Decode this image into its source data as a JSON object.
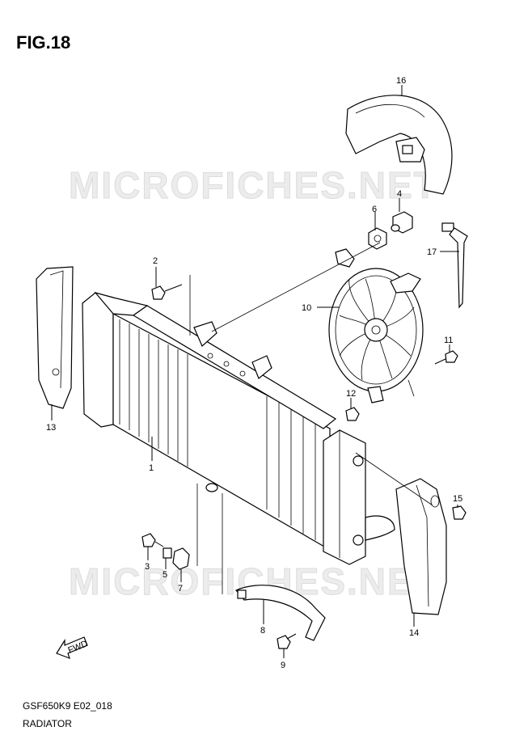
{
  "figure": {
    "title": "FIG.18"
  },
  "watermark": {
    "text": "MICROFICHES.NET"
  },
  "parts": [
    {
      "num": "1"
    },
    {
      "num": "2"
    },
    {
      "num": "3"
    },
    {
      "num": "4"
    },
    {
      "num": "5"
    },
    {
      "num": "6"
    },
    {
      "num": "7"
    },
    {
      "num": "8"
    },
    {
      "num": "9"
    },
    {
      "num": "10"
    },
    {
      "num": "11"
    },
    {
      "num": "12"
    },
    {
      "num": "13"
    },
    {
      "num": "14"
    },
    {
      "num": "15"
    },
    {
      "num": "16"
    },
    {
      "num": "17"
    }
  ],
  "fwd_label": "FWD",
  "footer": {
    "code": "GSF650K9 E02_018",
    "name": "RADIATOR"
  }
}
